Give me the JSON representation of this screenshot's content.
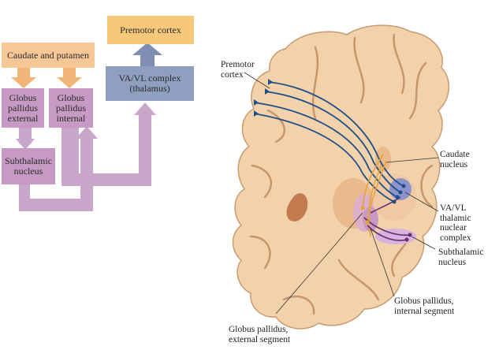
{
  "colors": {
    "premotor_box": "#f6c97a",
    "caudate_box": "#f7c798",
    "vavl_box": "#8f9fc0",
    "gp_box": "#c69ac3",
    "path_purple": "#c9a7ca",
    "arrow_blue": "#7f8fb3",
    "arrow_orange": "#f2b577",
    "tissue": "#f2d2ab",
    "tissue_dark": "#d8a57c",
    "nucleus_blue": "#8b94cc",
    "nucleus_purple": "#c7a0d2",
    "fiber_blue": "#1f4f86",
    "fiber_orange": "#e6a33a",
    "fiber_purple": "#6a2d6e"
  },
  "flowchart": {
    "premotor_cortex": "Premotor cortex",
    "vavl_line1": "VA/VL complex",
    "vavl_line2": "(thalamus)",
    "caudate_putamen": "Caudate and putamen",
    "gp_external_1": "Globus",
    "gp_external_2": "pallidus",
    "gp_external_3": "external",
    "gp_internal_1": "Globus",
    "gp_internal_2": "pallidus",
    "gp_internal_3": "internal",
    "subthalamic_1": "Subthalamic",
    "subthalamic_2": "nucleus"
  },
  "brain_labels": {
    "premotor_1": "Premotor",
    "premotor_2": "cortex",
    "caudate_1": "Caudate",
    "caudate_2": "nucleus",
    "vavl_1": "VA/VL",
    "vavl_2": "thalamic nuclear",
    "vavl_3": "complex",
    "subthalamic_1": "Subthalamic",
    "subthalamic_2": "nucleus",
    "gp_internal_1": "Globus pallidus,",
    "gp_internal_2": "internal segment",
    "gp_external_1": "Globus pallidus,",
    "gp_external_2": "external segment"
  }
}
